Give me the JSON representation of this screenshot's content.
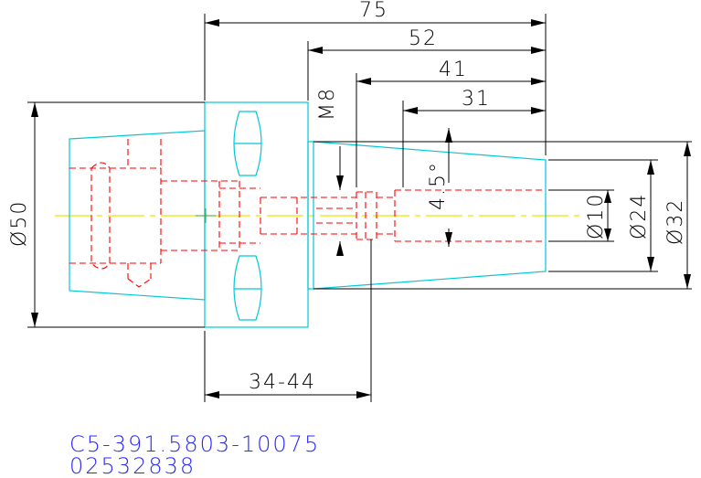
{
  "colors": {
    "outline": "#00c8d8",
    "hidden": "#ff0000",
    "centerline": "#e6e600",
    "dimension": "#000000",
    "code": "#2b2bff"
  },
  "dimensions": {
    "overall_length": "75",
    "length_52": "52",
    "length_41": "41",
    "length_31": "31",
    "thread": "M8",
    "flange_diameter": "Ø50",
    "angle": "4.5°",
    "bore_diameter": "Ø10",
    "inner_diameter": "Ø24",
    "outer_diameter": "Ø32",
    "adjust_range": "34-44"
  },
  "part": {
    "code": "C5-391.5803-10075",
    "number": "02532838"
  }
}
